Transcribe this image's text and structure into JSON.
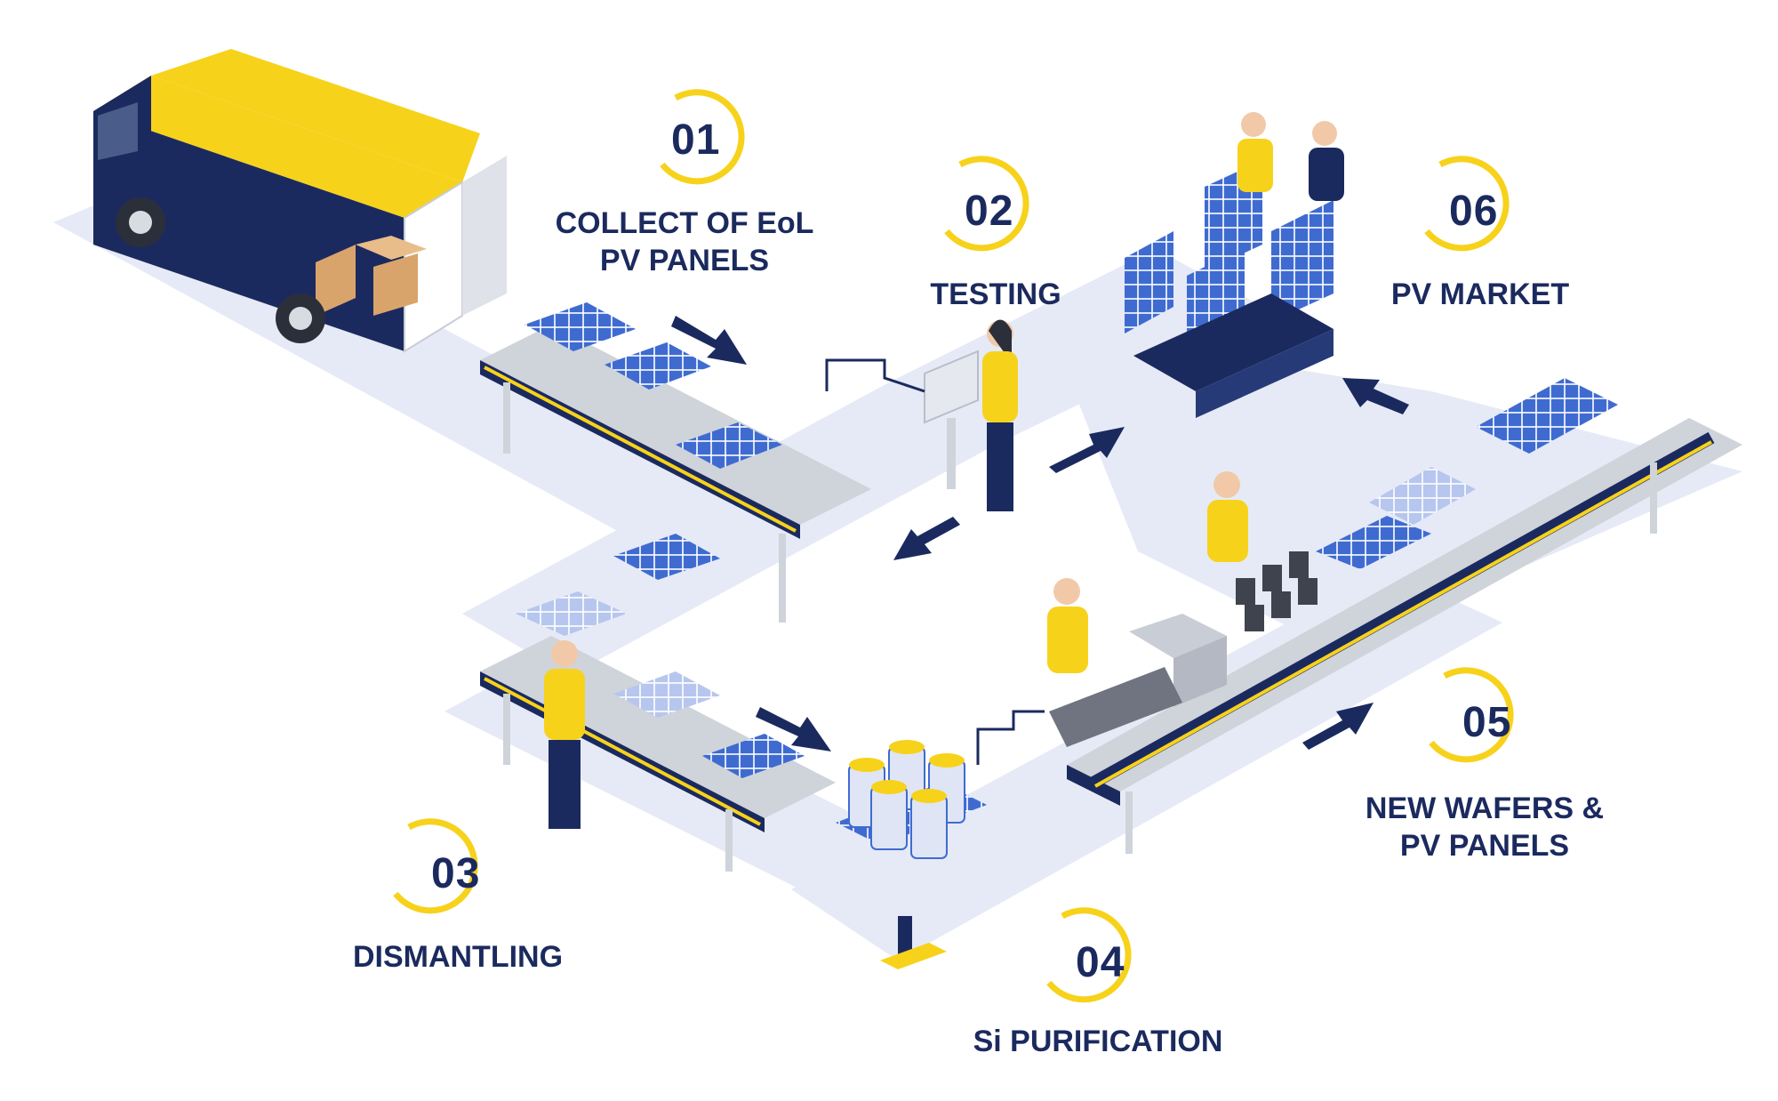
{
  "colors": {
    "navy": "#1b2a5e",
    "yellow": "#f7d21b",
    "floor": "#e6eaf6",
    "belt_gray": "#cfd3da",
    "panel_blue": "#3f6bd1",
    "box_tan": "#d9a46b"
  },
  "steps": [
    {
      "number": "01",
      "label_lines": [
        "COLLECT OF EoL",
        "PV PANELS"
      ]
    },
    {
      "number": "02",
      "label_lines": [
        "TESTING"
      ]
    },
    {
      "number": "03",
      "label_lines": [
        "DISMANTLING"
      ]
    },
    {
      "number": "04",
      "label_lines": [
        "Si PURIFICATION"
      ]
    },
    {
      "number": "05",
      "label_lines": [
        "NEW WAFERS &",
        "PV PANELS"
      ]
    },
    {
      "number": "06",
      "label_lines": [
        "PV MARKET"
      ]
    }
  ],
  "icons": {
    "step_badge": "circular-arrow-icon",
    "flow": "arrow-icon",
    "vehicle": "truck-icon",
    "person": "worker-icon",
    "panel": "solar-panel-icon"
  }
}
